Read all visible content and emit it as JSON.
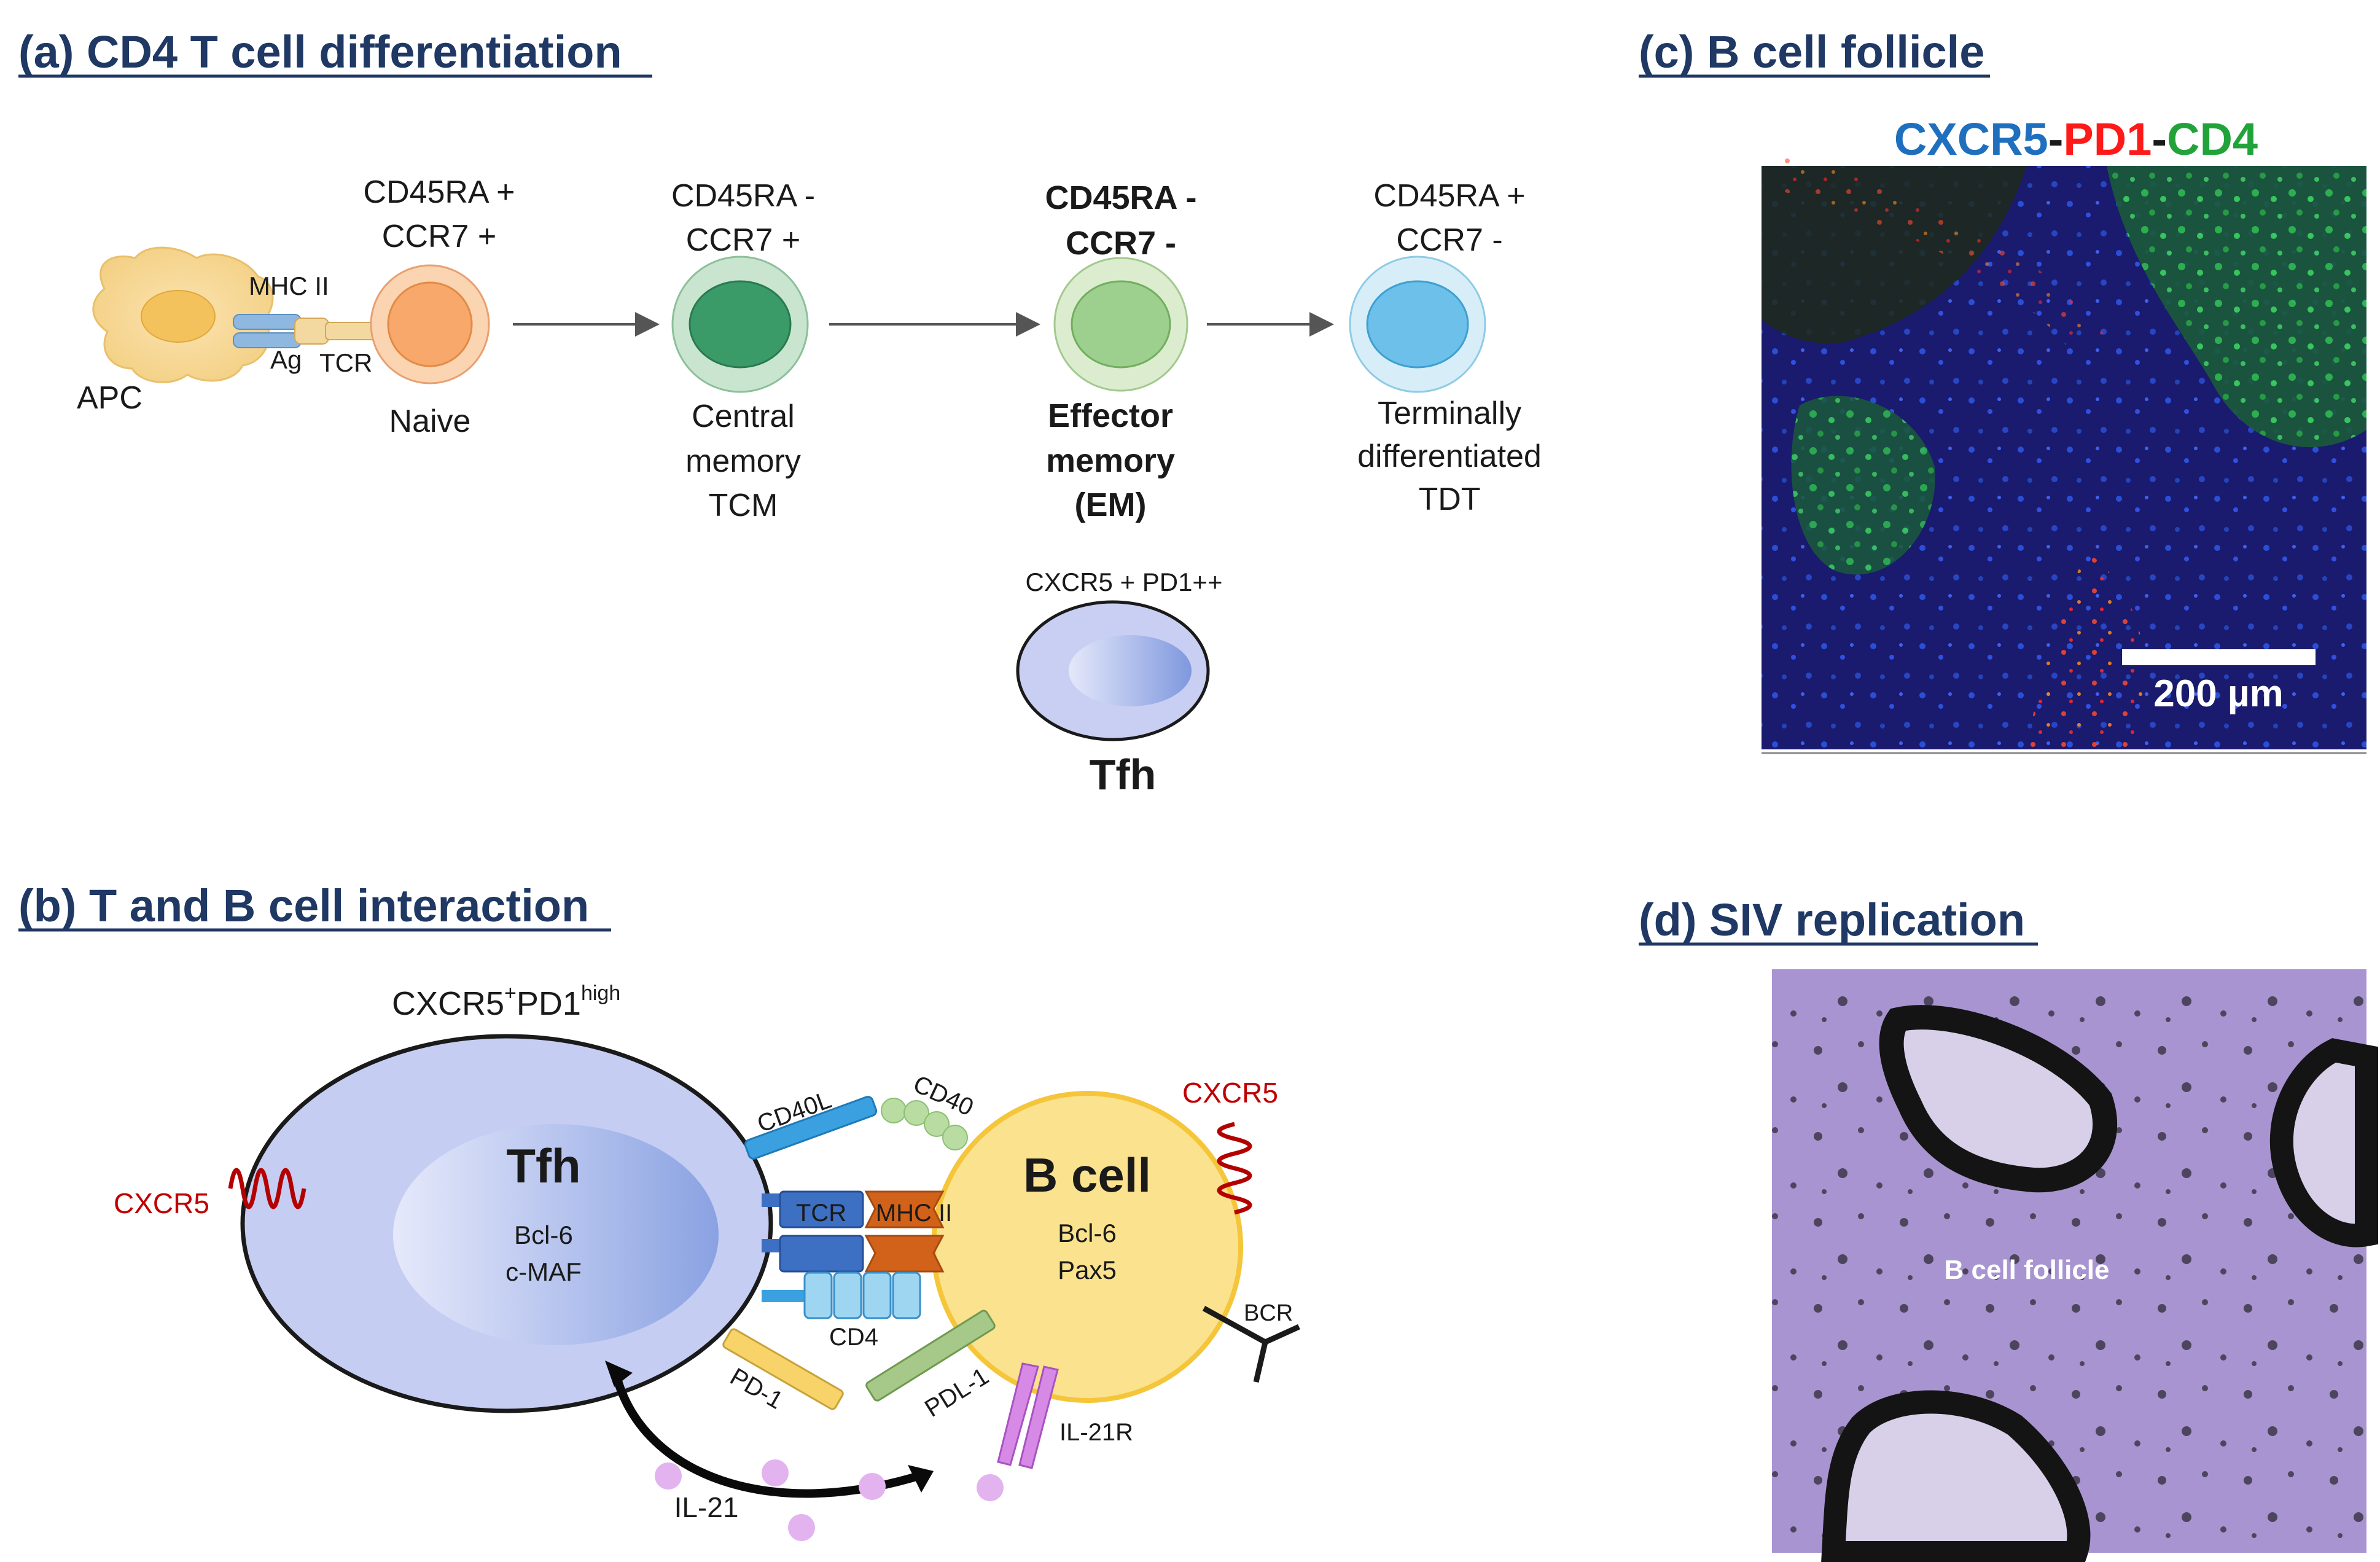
{
  "panels": {
    "a": {
      "title": "(a) CD4 T cell differentiation",
      "apc": "APC",
      "mhc": "MHC II",
      "ag": "Ag",
      "tcr": "TCR",
      "cells": [
        {
          "marker1": "CD45RA +",
          "marker2": "CCR7 +",
          "name1": "Naive",
          "name2": "",
          "name3": "",
          "bold": false,
          "color": "#f7a86a"
        },
        {
          "marker1": "CD45RA -",
          "marker2": "CCR7 +",
          "name1": "Central",
          "name2": "memory",
          "name3": "TCM",
          "bold": false,
          "color": "#3a9a68"
        },
        {
          "marker1": "CD45RA -",
          "marker2": "CCR7 -",
          "name1": "Effector",
          "name2": "memory",
          "name3": "(EM)",
          "bold": true,
          "color": "#9dd08e"
        },
        {
          "marker1": "CD45RA +",
          "marker2": "CCR7 -",
          "name1": "Terminally",
          "name2": "differentiated",
          "name3": "TDT",
          "bold": false,
          "color": "#6cc0ea"
        }
      ],
      "tfh_markers": "CXCR5 + PD1++",
      "tfh_label": "Tfh"
    },
    "b": {
      "title": "(b) T and B cell interaction",
      "tfh_header_base": "CXCR5",
      "tfh_header_sup1": "+",
      "tfh_header_mid": "PD1",
      "tfh_header_sup2": "high",
      "tfh_name": "Tfh",
      "tfh_tf1": "Bcl-6",
      "tfh_tf2": "c-MAF",
      "cxcr5_left": "CXCR5",
      "cxcr5_right": "CXCR5",
      "cd40l": "CD40L",
      "cd40": "CD40",
      "tcr": "TCR",
      "mhc": "MHC II",
      "cd4": "CD4",
      "pd1": "PD-1",
      "pdl1": "PDL-1",
      "il21r": "IL-21R",
      "il21": "IL-21",
      "bcr": "BCR",
      "bcell_name": "B cell",
      "bcell_tf1": "Bcl-6",
      "bcell_tf2": "Pax5"
    },
    "c": {
      "title": "(c) B cell follicle",
      "stain_1": "CXCR5",
      "dash_1": "-",
      "stain_2": "PD1",
      "dash_2": "-",
      "stain_3": "CD4",
      "scale": "200 µm",
      "colors": {
        "cxcr5": "#1f6fbf",
        "pd1": "#ff1a1a",
        "cd4": "#21a33a"
      }
    },
    "d": {
      "title": "(d) SIV replication",
      "follicle_label": "B cell follicle"
    }
  }
}
